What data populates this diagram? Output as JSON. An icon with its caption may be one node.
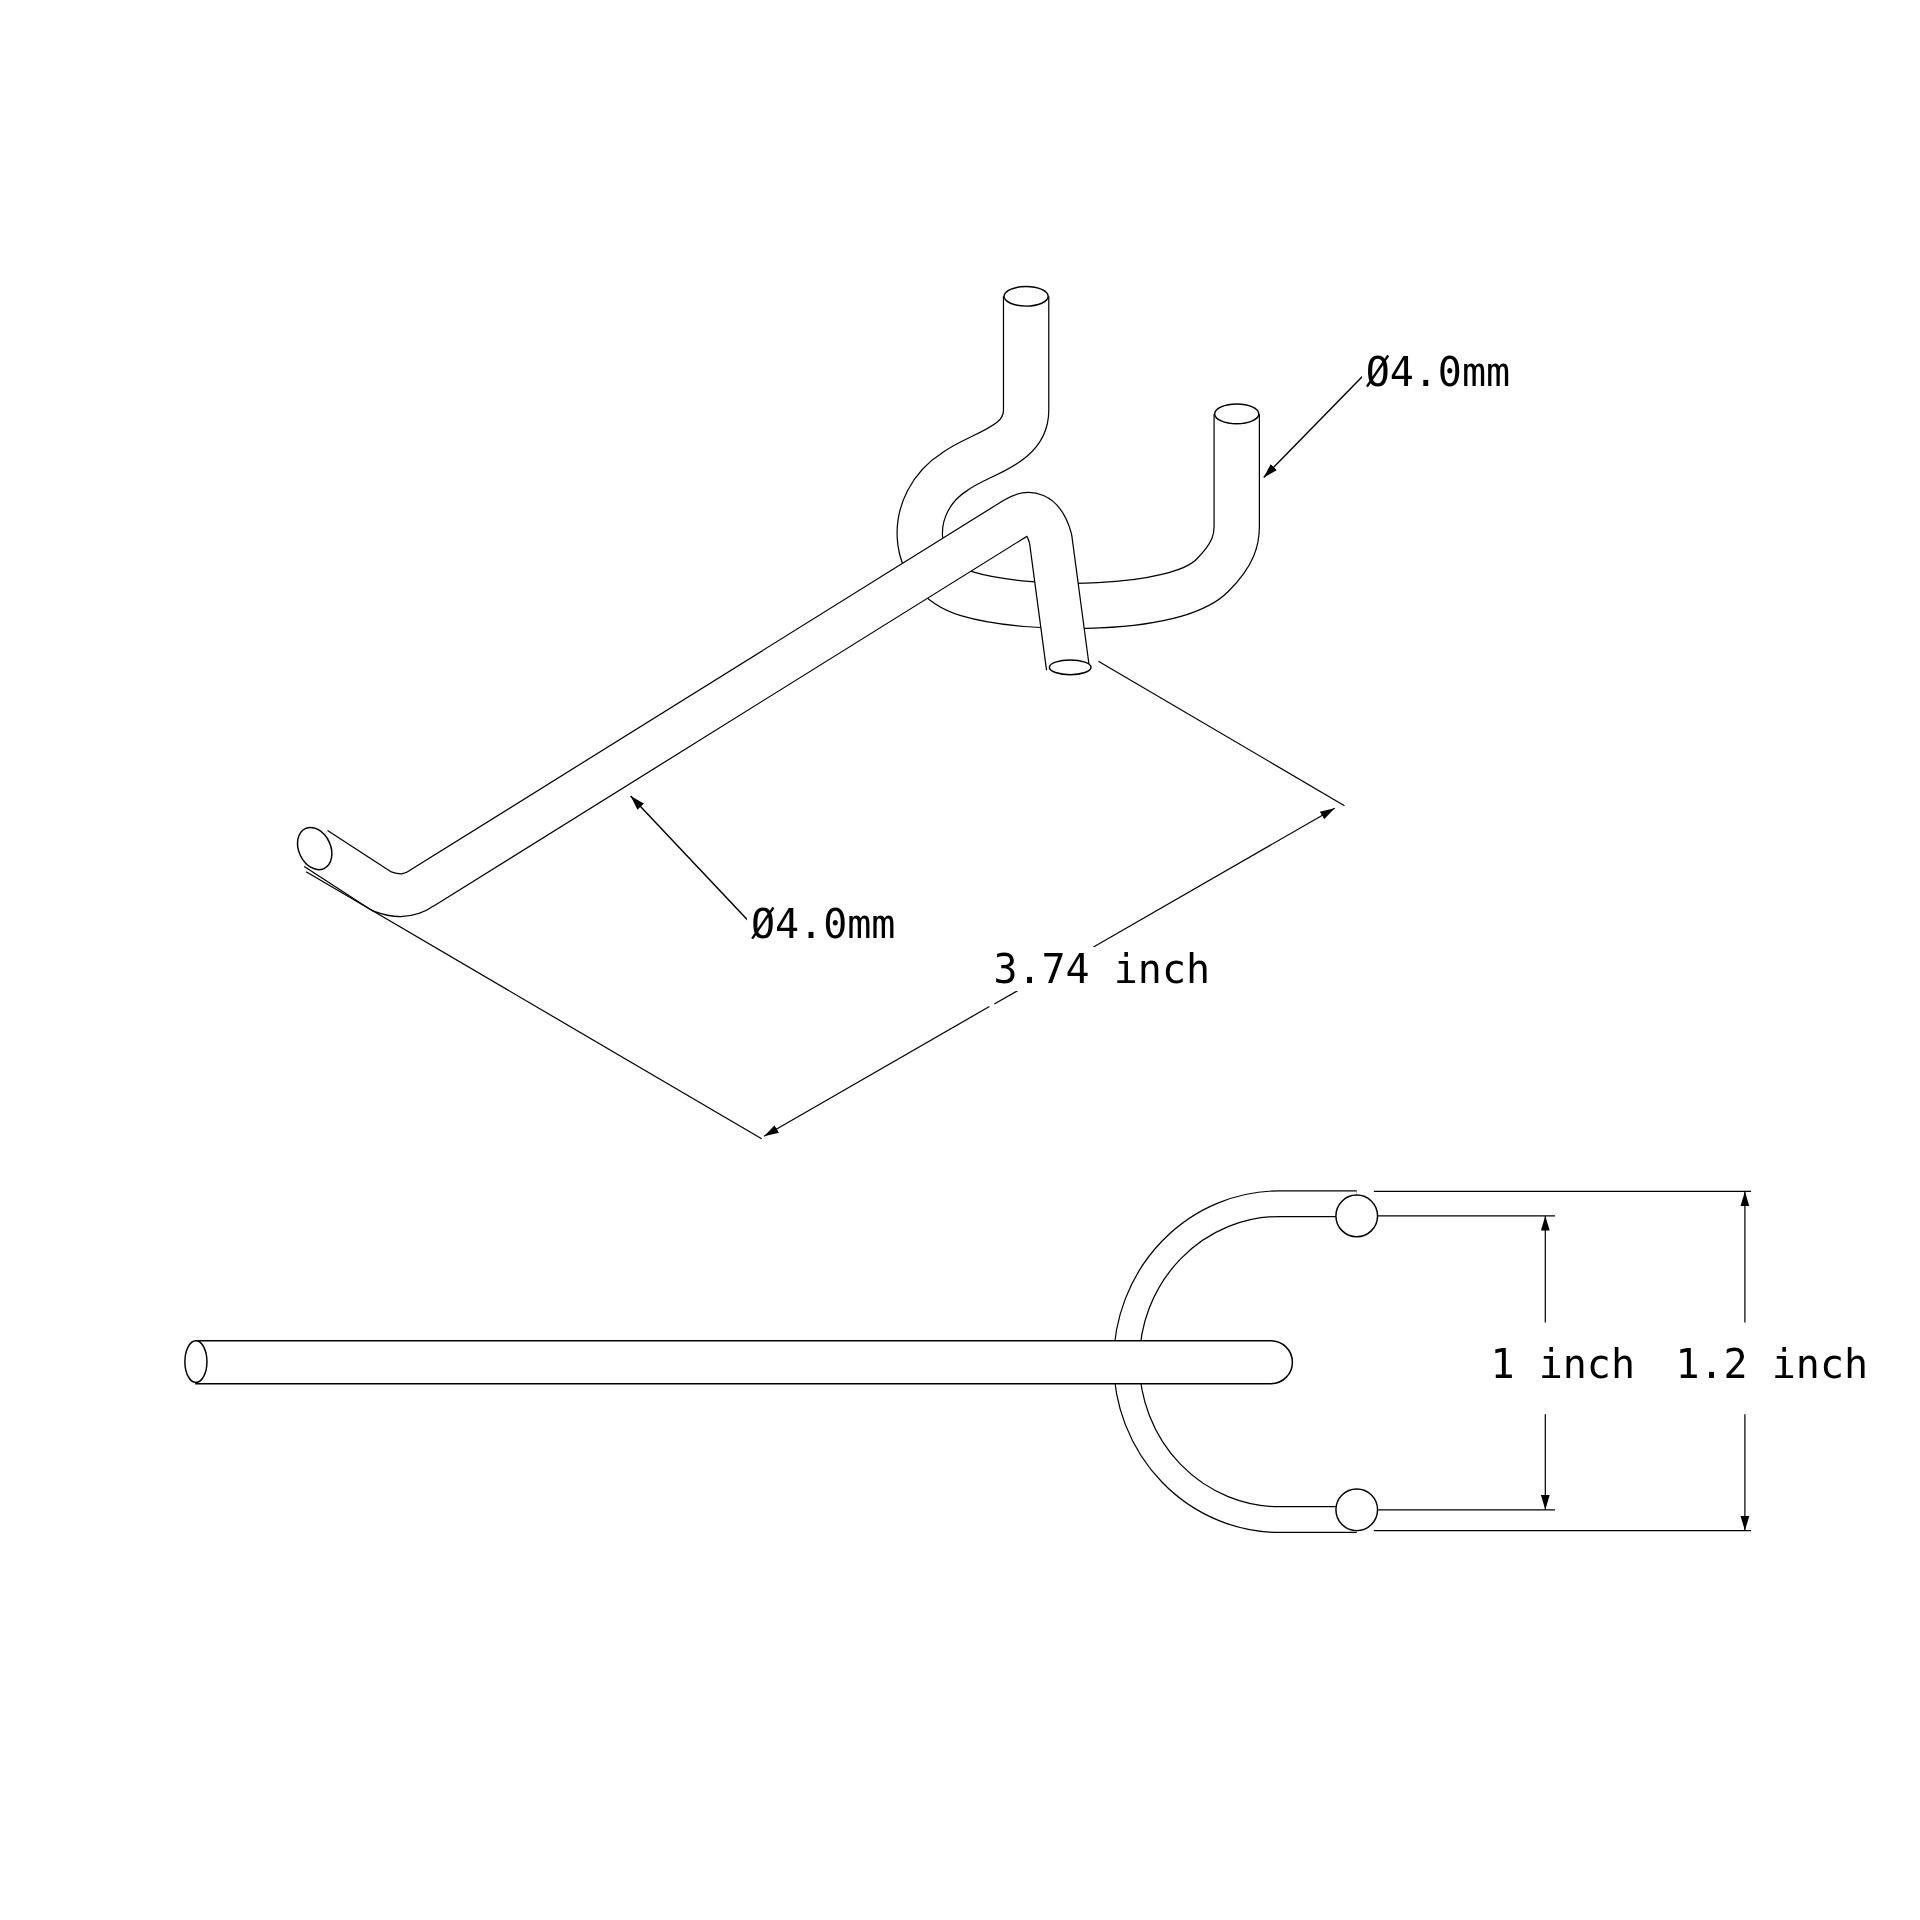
{
  "diagram": {
    "nodes": [
      {
        "text": [
          "Ø4.0mm"
        ]
      },
      {
        "text": [
          "Ø4.0mm"
        ]
      }
    ],
    "edges": [
      {
        "from": 0,
        "to": null,
        "arrow": "to"
      },
      {
        "from": 1,
        "to": null,
        "arrow": "to"
      }
    ],
    "labels": [
      "3.74 inch",
      "1 inch",
      "1.2 inch"
    ]
  }
}
